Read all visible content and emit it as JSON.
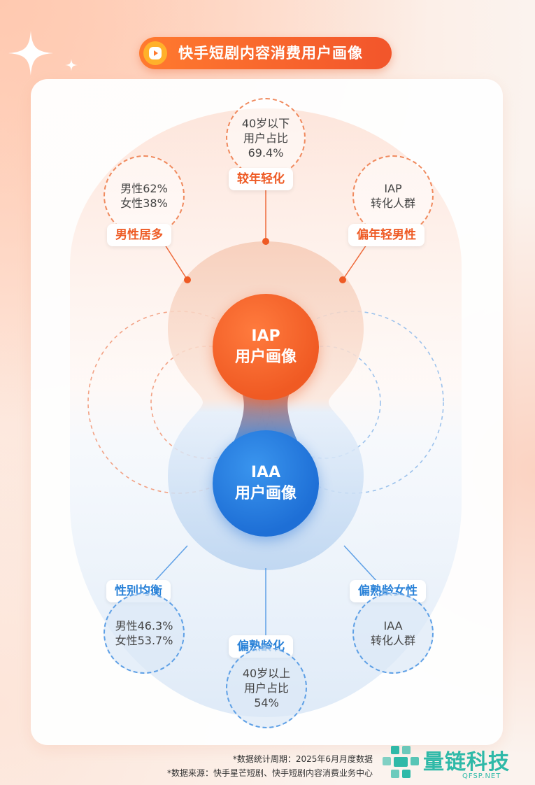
{
  "title": "快手短剧内容消费用户画像",
  "colors": {
    "orange": "#f05a23",
    "blue": "#1e6fd6",
    "orange_text": "#ee5a24",
    "blue_text": "#2a82d8",
    "watermark": "#2fb9a8"
  },
  "core": {
    "iap": {
      "line1": "IAP",
      "line2": "用户画像"
    },
    "iaa": {
      "line1": "IAA",
      "line2": "用户画像"
    }
  },
  "iap_traits": [
    {
      "label": "较年轻化",
      "lines": [
        "40岁以下",
        "用户占比",
        "69.4%"
      ]
    },
    {
      "label": "男性居多",
      "lines": [
        "男性62%",
        "女性38%"
      ]
    },
    {
      "label": "偏年轻男性",
      "lines": [
        "IAP",
        "转化人群"
      ]
    }
  ],
  "iaa_traits": [
    {
      "label": "性别均衡",
      "lines": [
        "男性46.3%",
        "女性53.7%"
      ]
    },
    {
      "label": "偏熟龄化",
      "lines": [
        "40岁以上",
        "用户占比",
        "54%"
      ]
    },
    {
      "label": "偏熟龄女性",
      "lines": [
        "IAA",
        "转化人群"
      ]
    }
  ],
  "footnotes": {
    "period": "*数据统计周期：2025年6月月度数据",
    "source": "*数据来源：快手星芒短剧、快手短剧内容消费业务中心"
  },
  "watermark": {
    "name": "量链科技",
    "url": "QFSP.NET"
  }
}
